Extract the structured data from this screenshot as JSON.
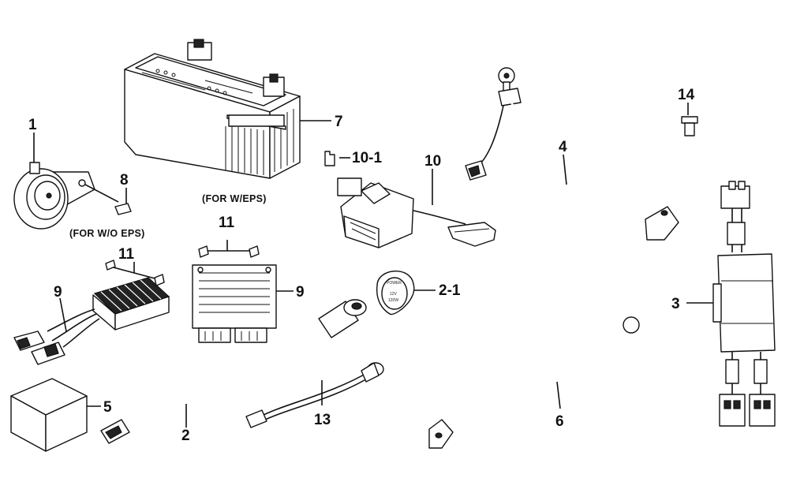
{
  "callouts": {
    "c1": "1",
    "c2": "2",
    "c2_1": "2-1",
    "c3": "3",
    "c4": "4",
    "c5": "5",
    "c6": "6",
    "c7": "7",
    "c8": "8",
    "c9_left": "9",
    "c9_right": "9",
    "c10": "10",
    "c10_1": "10-1",
    "c11_left": "11",
    "c11_right": "11",
    "c13": "13",
    "c14": "14"
  },
  "notes": {
    "without_eps": "(FOR W/O EPS)",
    "with_eps": "(FOR W/EPS)"
  },
  "socket_markings": {
    "brand": "POWER",
    "voltage": "12V",
    "wattage": "120W"
  }
}
